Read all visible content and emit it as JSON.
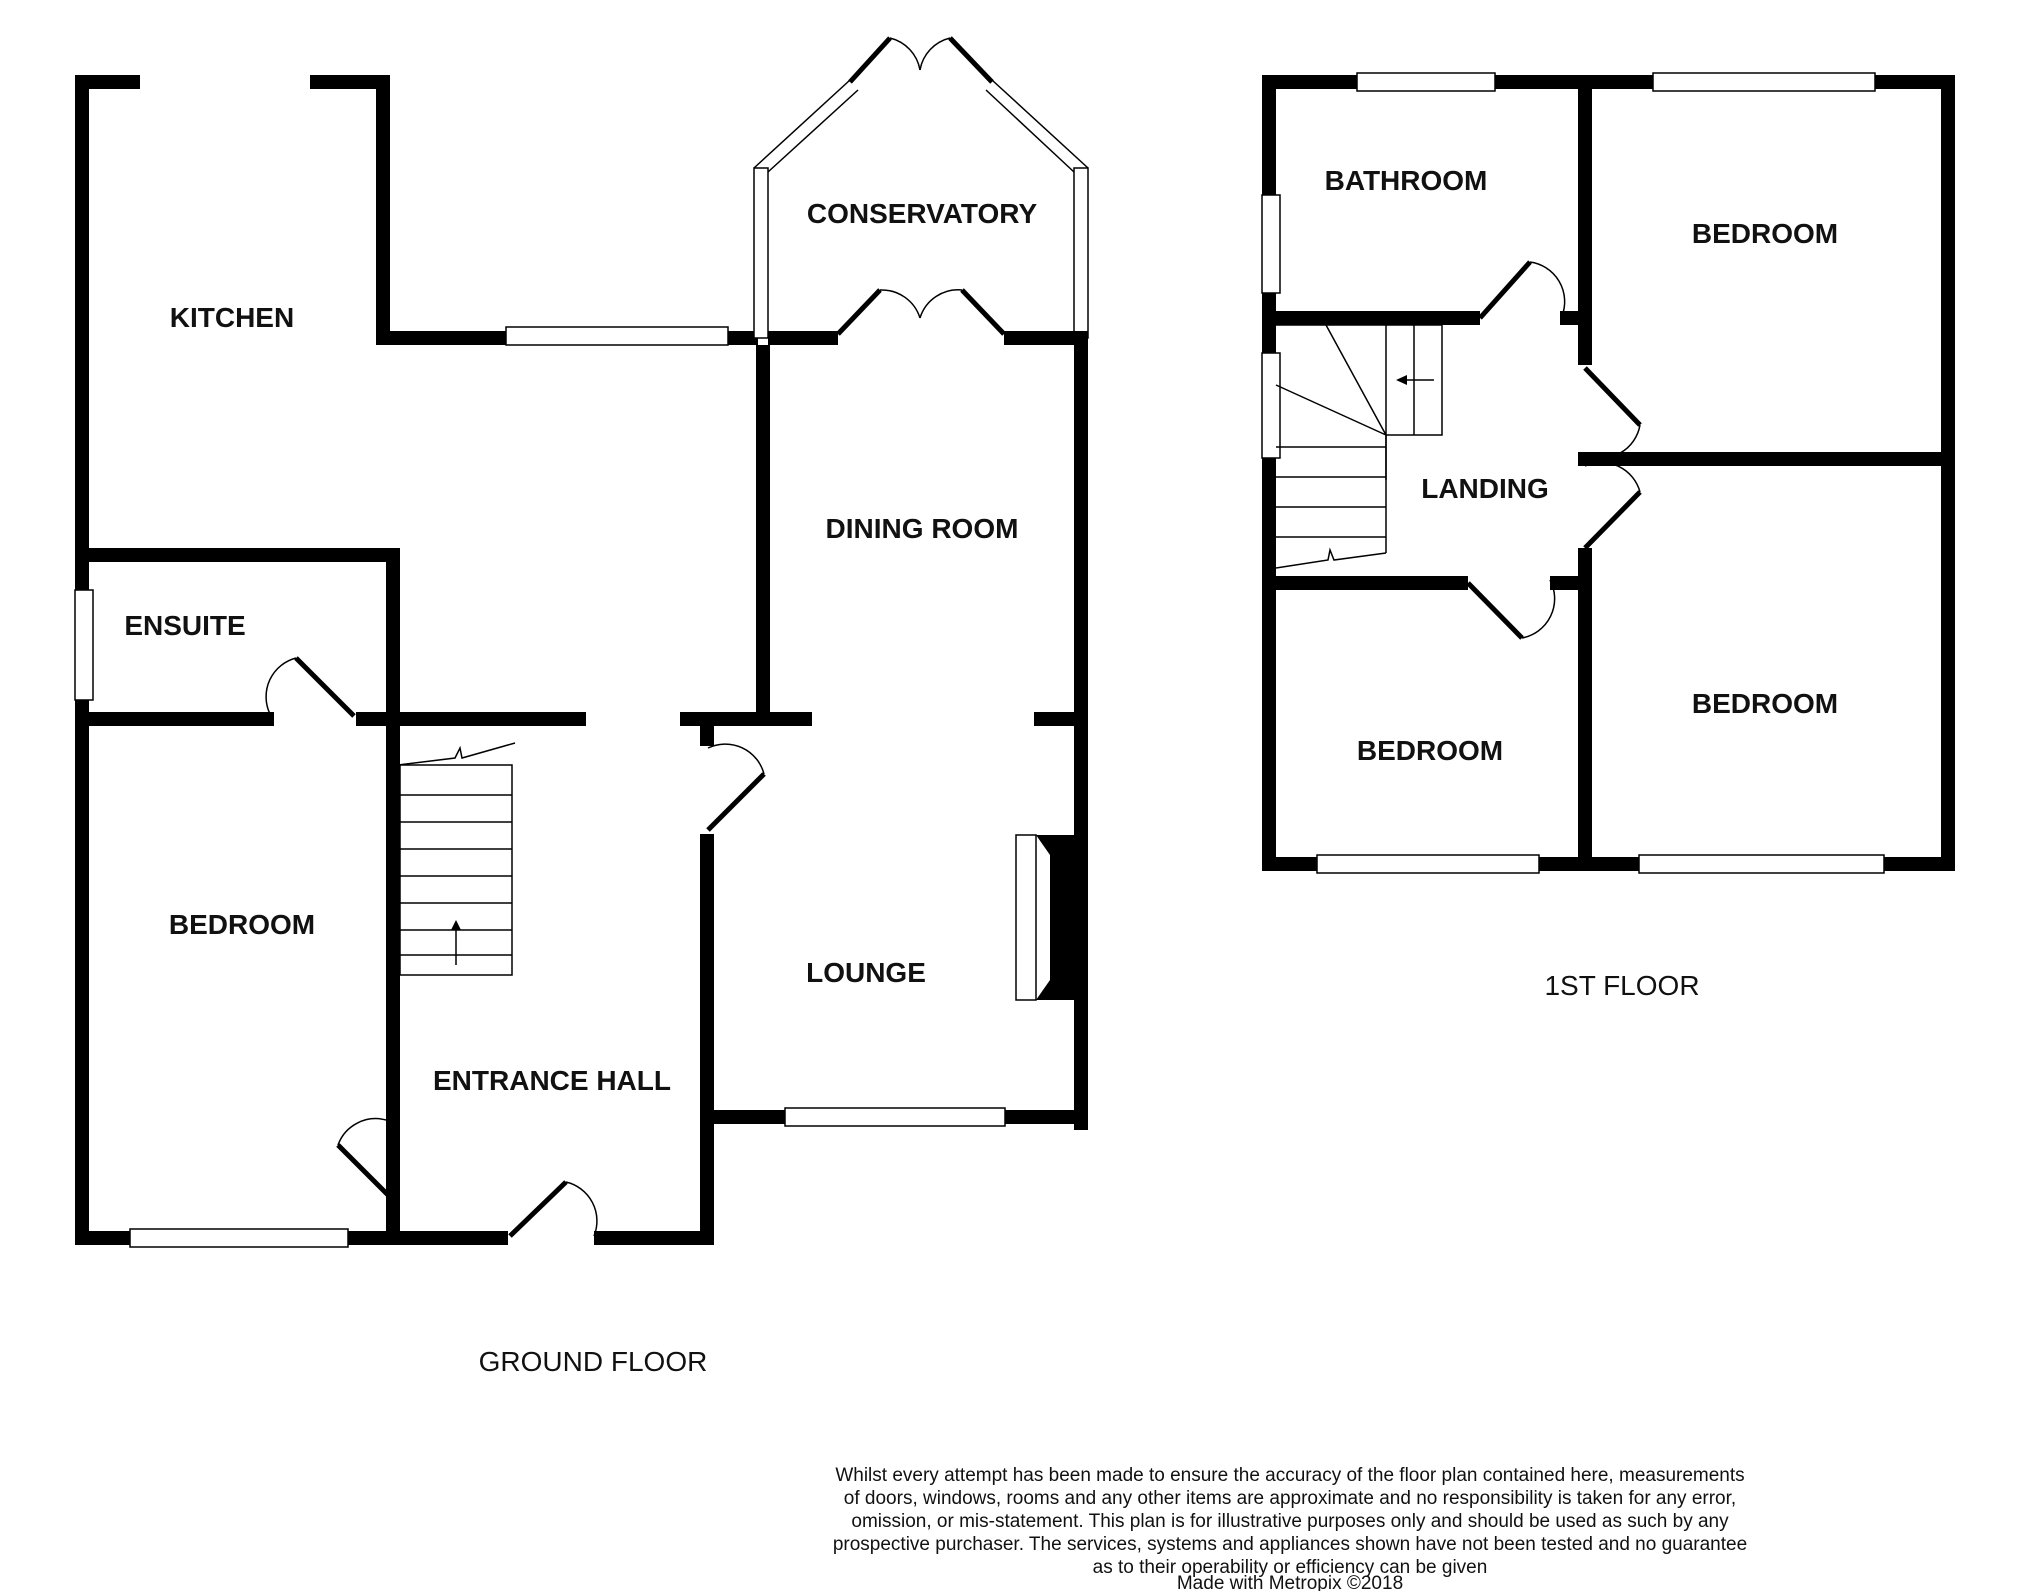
{
  "ground_floor": {
    "label": "GROUND FLOOR",
    "rooms": {
      "kitchen": "KITCHEN",
      "conservatory": "CONSERVATORY",
      "dining_room": "DINING ROOM",
      "ensuite": "ENSUITE",
      "bedroom": "BEDROOM",
      "lounge": "LOUNGE",
      "entrance_hall": "ENTRANCE HALL"
    }
  },
  "first_floor": {
    "label": "1ST FLOOR",
    "rooms": {
      "bathroom": "BATHROOM",
      "bedroom_front_right": "BEDROOM",
      "landing": "LANDING",
      "bedroom_rear_right": "BEDROOM",
      "bedroom_left": "BEDROOM"
    }
  },
  "disclaimer": {
    "lines": [
      "Whilst every attempt has been made to ensure the accuracy of the floor plan contained here, measurements",
      "of doors, windows, rooms and any other items are approximate and no responsibility is taken for any error,",
      "omission, or mis-statement. This plan is for illustrative purposes only and should be used as such by any",
      "prospective purchaser. The services, systems and appliances shown have not been tested and no guarantee",
      "as to their operability or efficiency can be given"
    ],
    "credit": "Made with Metropix ©2018"
  }
}
